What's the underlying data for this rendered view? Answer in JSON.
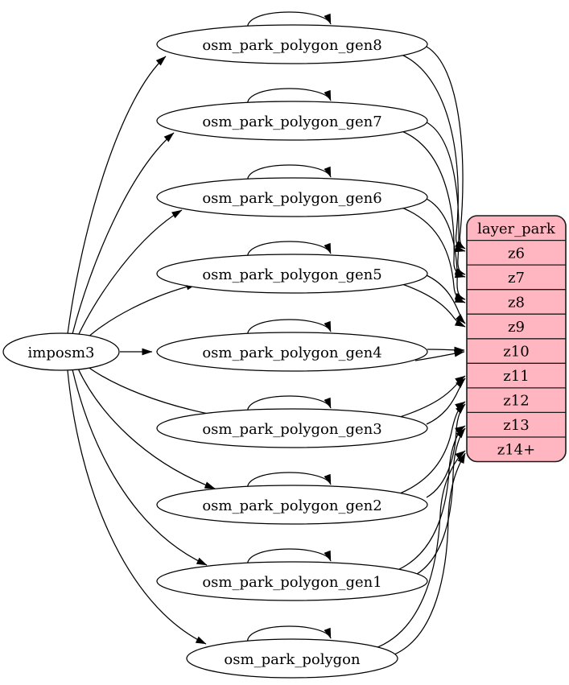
{
  "source_node": {
    "label": "imposm3"
  },
  "table_nodes": [
    {
      "label": "osm_park_polygon_gen8",
      "feeds_zoom": "z6"
    },
    {
      "label": "osm_park_polygon_gen7",
      "feeds_zoom": "z7"
    },
    {
      "label": "osm_park_polygon_gen6",
      "feeds_zoom": "z8"
    },
    {
      "label": "osm_park_polygon_gen5",
      "feeds_zoom": "z9"
    },
    {
      "label": "osm_park_polygon_gen4",
      "feeds_zoom": "z10"
    },
    {
      "label": "osm_park_polygon_gen3",
      "feeds_zoom": "z11"
    },
    {
      "label": "osm_park_polygon_gen2",
      "feeds_zoom": "z12"
    },
    {
      "label": "osm_park_polygon_gen1",
      "feeds_zoom": "z13"
    },
    {
      "label": "osm_park_polygon",
      "feeds_zoom": "z14+"
    }
  ],
  "layer_node": {
    "title": "layer_park",
    "rows": [
      "z6",
      "z7",
      "z8",
      "z9",
      "z10",
      "z11",
      "z12",
      "z13",
      "z14+"
    ]
  },
  "edges": {
    "imposm3_to_tables": [
      "osm_park_polygon_gen8",
      "osm_park_polygon_gen7",
      "osm_park_polygon_gen6",
      "osm_park_polygon_gen5",
      "osm_park_polygon_gen4",
      "osm_park_polygon_gen3",
      "osm_park_polygon_gen2",
      "osm_park_polygon_gen1",
      "osm_park_polygon"
    ],
    "table_self_updates": [
      "osm_park_polygon_gen8",
      "osm_park_polygon_gen7",
      "osm_park_polygon_gen6",
      "osm_park_polygon_gen5",
      "osm_park_polygon_gen4",
      "osm_park_polygon_gen3",
      "osm_park_polygon_gen2",
      "osm_park_polygon_gen1",
      "osm_park_polygon"
    ],
    "table_to_layer": [
      {
        "from": "osm_park_polygon_gen8",
        "to": "z6",
        "arrows": 2
      },
      {
        "from": "osm_park_polygon_gen7",
        "to": "z7",
        "arrows": 2
      },
      {
        "from": "osm_park_polygon_gen6",
        "to": "z8",
        "arrows": 2
      },
      {
        "from": "osm_park_polygon_gen5",
        "to": "z9",
        "arrows": 2
      },
      {
        "from": "osm_park_polygon_gen4",
        "to": "z10",
        "arrows": 2
      },
      {
        "from": "osm_park_polygon_gen3",
        "to": "z11",
        "arrows": 2
      },
      {
        "from": "osm_park_polygon_gen2",
        "to": "z12",
        "arrows": 2
      },
      {
        "from": "osm_park_polygon_gen1",
        "to": "z13",
        "arrows": 2
      },
      {
        "from": "osm_park_polygon",
        "to": "z14+",
        "arrows": 2
      }
    ]
  },
  "colors": {
    "layer_fill": "#FFB6C1",
    "node_fill": "#ffffff",
    "line": "#000000"
  }
}
